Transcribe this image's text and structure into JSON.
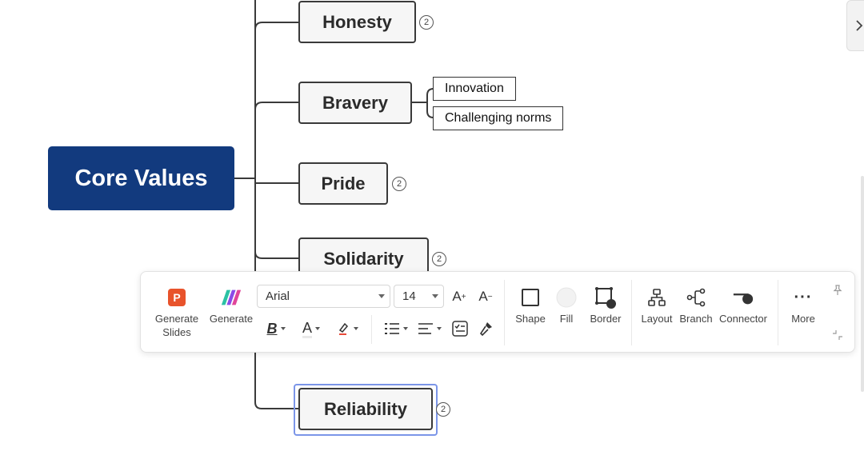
{
  "mindmap": {
    "root": {
      "label": "Core Values"
    },
    "topics": [
      {
        "label": "Honesty",
        "badge": "2"
      },
      {
        "label": "Bravery"
      },
      {
        "label": "Pride",
        "badge": "2"
      },
      {
        "label": "Solidarity",
        "badge": "2"
      },
      {
        "label": "Reliability",
        "badge": "2"
      }
    ],
    "subtopics": [
      {
        "label": "Innovation"
      },
      {
        "label": "Challenging norms"
      }
    ]
  },
  "toolbar": {
    "generate_slides_label": "Generate\nSlides",
    "generate_label": "Generate",
    "font_family": "Arial",
    "font_size": "14",
    "increase_font_label": "A",
    "decrease_font_label": "A",
    "bold_label": "B",
    "font_color_label": "A",
    "shape_label": "Shape",
    "fill_label": "Fill",
    "border_label": "Border",
    "layout_label": "Layout",
    "branch_label": "Branch",
    "connector_label": "Connector",
    "more_label": "More",
    "more_glyph": "···"
  },
  "colors": {
    "root_bg": "#123a7e",
    "selection": "#7b95e8",
    "generate_slides_icon": "#e8532b"
  }
}
